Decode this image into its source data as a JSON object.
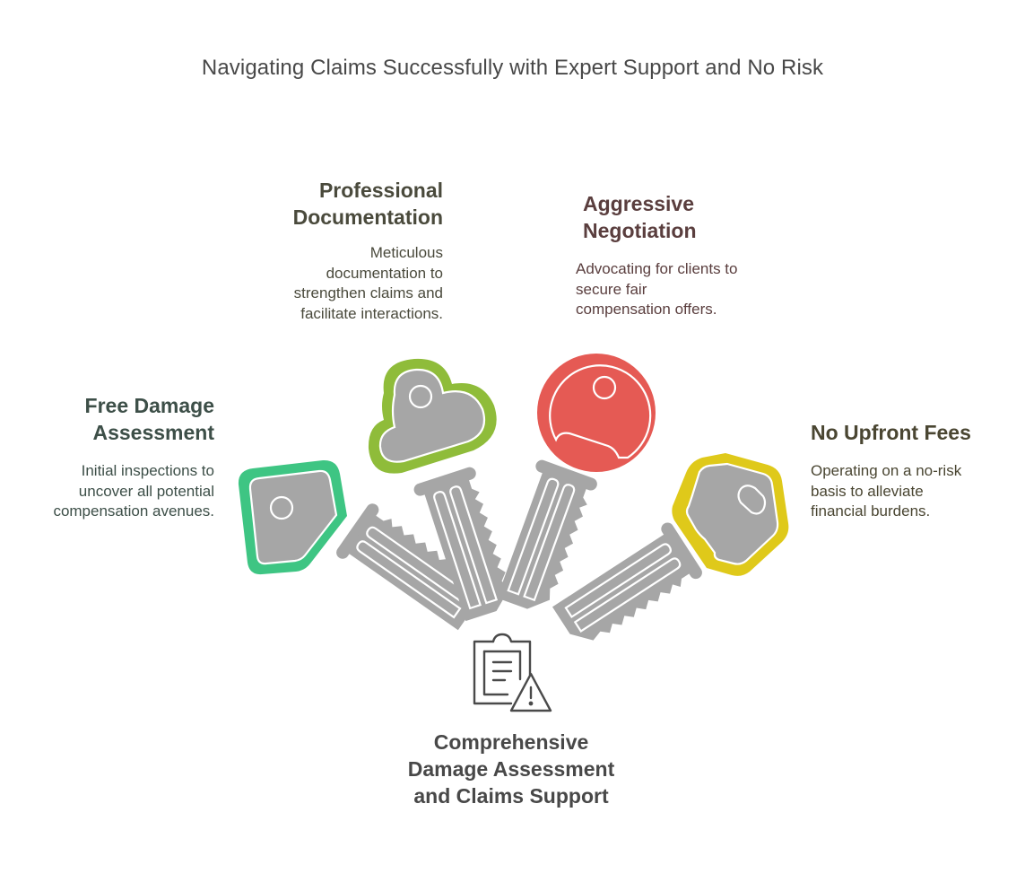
{
  "title": "Navigating Claims Successfully with Expert Support and No Risk",
  "center": {
    "label": "Comprehensive Damage Assessment and Claims Support",
    "icon": "clipboard-warning-icon"
  },
  "items": [
    {
      "heading_line1": "Free Damage",
      "heading_line2": "Assessment",
      "desc_line1": "Initial inspections to",
      "desc_line2": "uncover all potential",
      "desc_line3": "compensation avenues.",
      "color": "#3ec583",
      "text_color": "#3d4f48",
      "icon": "key-icon"
    },
    {
      "heading_line1": "Professional",
      "heading_line2": "Documentation",
      "desc_line1": "Meticulous",
      "desc_line2": "documentation to",
      "desc_line3": "strengthen claims and",
      "desc_line4": "facilitate interactions.",
      "color": "#8fbc3a",
      "text_color": "#4a4a3c",
      "icon": "key-icon"
    },
    {
      "heading_line1": "Aggressive",
      "heading_line2": "Negotiation",
      "desc_line1": "Advocating for clients to",
      "desc_line2": "secure fair",
      "desc_line3": "compensation offers.",
      "color": "#e55a54",
      "text_color": "#5a3e3e",
      "icon": "key-icon"
    },
    {
      "heading_line1": "No Upfront Fees",
      "desc_line1": "Operating on a no-risk",
      "desc_line2": "basis to alleviate",
      "desc_line3": "financial burdens.",
      "color": "#dfc91a",
      "text_color": "#4a4632",
      "icon": "key-icon"
    }
  ],
  "key_gray": "#a6a6a6"
}
